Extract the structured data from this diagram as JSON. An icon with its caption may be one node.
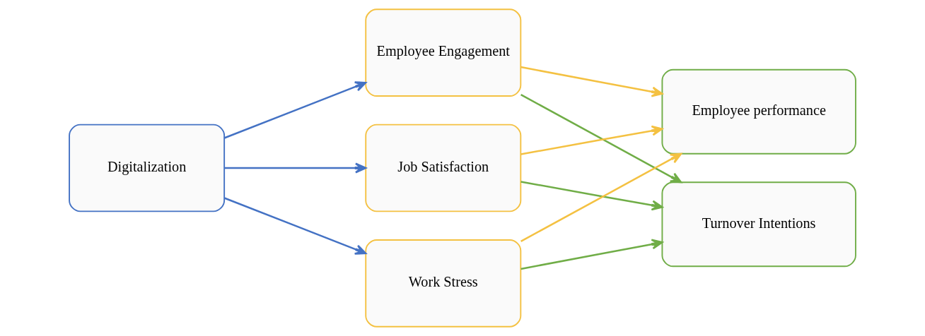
{
  "diagram": {
    "nodes": [
      {
        "text": [
          "Digitalization"
        ]
      },
      {
        "text": [
          "Employee Engagement"
        ]
      },
      {
        "text": [
          "Job Satisfaction"
        ]
      },
      {
        "text": [
          "Work Stress"
        ]
      },
      {
        "text": [
          "Employee performance"
        ]
      },
      {
        "text": [
          "Turnover Intentions"
        ]
      }
    ],
    "edges": [
      {
        "from": 0,
        "to": 1,
        "arrow": "to",
        "color": "#4472c4"
      },
      {
        "from": 0,
        "to": 2,
        "arrow": "to",
        "color": "#4472c4"
      },
      {
        "from": 0,
        "to": 3,
        "arrow": "to",
        "color": "#4472c4"
      },
      {
        "from": 1,
        "to": 4,
        "arrow": "to",
        "color": "#f4c142"
      },
      {
        "from": 1,
        "to": 5,
        "arrow": "to",
        "color": "#70ad47"
      },
      {
        "from": 2,
        "to": 4,
        "arrow": "to",
        "color": "#f4c142"
      },
      {
        "from": 2,
        "to": 5,
        "arrow": "to",
        "color": "#70ad47"
      },
      {
        "from": 3,
        "to": 4,
        "arrow": "to",
        "color": "#f4c142"
      },
      {
        "from": 3,
        "to": 5,
        "arrow": "to",
        "color": "#70ad47"
      }
    ]
  }
}
